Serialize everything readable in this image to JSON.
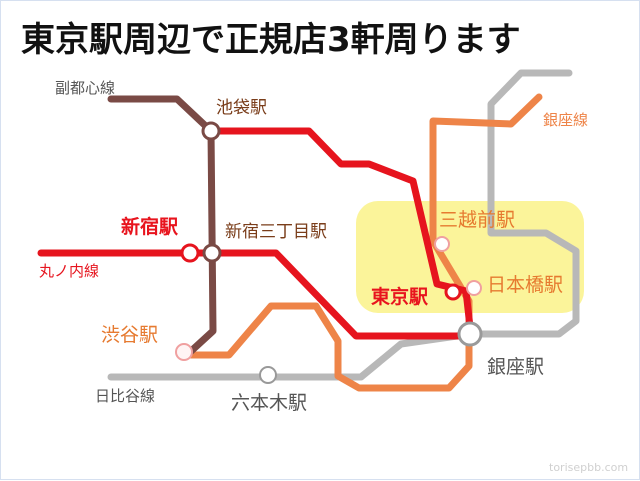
{
  "title": "東京駅周辺で正規店3軒周ります",
  "watermark": "torisepbb.com",
  "lines": {
    "fukutoshin": "副都心線",
    "marunouchi": "丸ノ内線",
    "hibiya": "日比谷線",
    "ginza": "銀座線"
  },
  "stations": {
    "ikebukuro": "池袋駅",
    "shinjuku": "新宿駅",
    "shinjuku_sanchome": "新宿三丁目駅",
    "shibuya": "渋谷駅",
    "roppongi": "六本木駅",
    "tokyo": "東京駅",
    "nihonbashi": "日本橋駅",
    "mitsukoshimae": "三越前駅",
    "ginza": "銀座駅"
  },
  "colors": {
    "fukutoshin": "#7a4a45",
    "marunouchi": "#e6141e",
    "hibiya": "#b8b8b8",
    "ginza": "#ee8448",
    "highlight": "#fbf49a",
    "title": "#111111",
    "station_label_red": "#e8141e",
    "station_label_brown": "#7a3d1a",
    "station_label_orange": "#e67a30",
    "station_label_grey": "#555555"
  },
  "icons": {
    "station": "station-circle-icon",
    "transfer": "transfer-circle-icon"
  }
}
